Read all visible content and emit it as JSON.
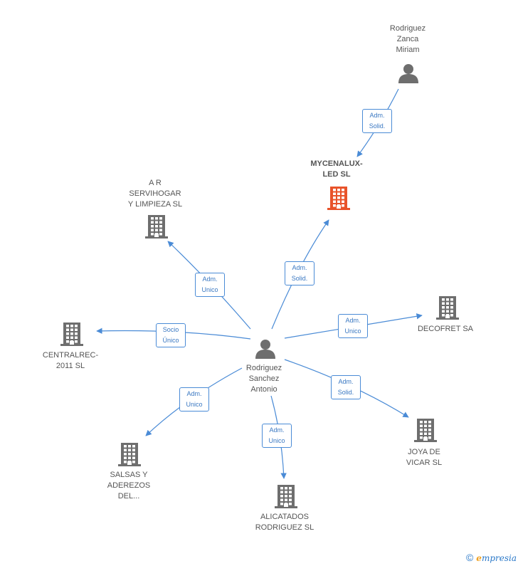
{
  "colors": {
    "edge": "#4a8bd6",
    "company": "#6e6e6e",
    "focus_company": "#e8532a",
    "person": "#6e6e6e"
  },
  "nodes": [
    {
      "id": "center",
      "kind": "person",
      "lines": [
        "Rodriguez",
        "Sanchez",
        "Antonio"
      ]
    },
    {
      "id": "zanca",
      "kind": "person",
      "lines": [
        "Rodriguez",
        "Zanca",
        "Miriam"
      ]
    },
    {
      "id": "mycenalux",
      "kind": "company-focus",
      "lines": [
        "MYCENALUX-",
        "LED SL"
      ]
    },
    {
      "id": "servihogar",
      "kind": "company",
      "lines": [
        "A R",
        "SERVIHOGAR",
        "Y LIMPIEZA SL"
      ]
    },
    {
      "id": "centralrec",
      "kind": "company",
      "lines": [
        "CENTRALREC-",
        "2011 SL"
      ]
    },
    {
      "id": "decofret",
      "kind": "company",
      "lines": [
        "DECOFRET SA"
      ]
    },
    {
      "id": "joya",
      "kind": "company",
      "lines": [
        "JOYA DE",
        "VICAR SL"
      ]
    },
    {
      "id": "alicatados",
      "kind": "company",
      "lines": [
        "ALICATADOS",
        "RODRIGUEZ SL"
      ]
    },
    {
      "id": "salsas",
      "kind": "company",
      "lines": [
        "SALSAS Y",
        "ADEREZOS",
        "DEL..."
      ]
    }
  ],
  "edges": [
    {
      "from": "zanca",
      "to": "mycenalux",
      "label": [
        "Adm.",
        "Solid."
      ]
    },
    {
      "from": "center",
      "to": "mycenalux",
      "label": [
        "Adm.",
        "Solid."
      ]
    },
    {
      "from": "center",
      "to": "servihogar",
      "label": [
        "Adm.",
        "Unico"
      ]
    },
    {
      "from": "center",
      "to": "centralrec",
      "label": [
        "Socio",
        "Único"
      ]
    },
    {
      "from": "center",
      "to": "decofret",
      "label": [
        "Adm.",
        "Unico"
      ]
    },
    {
      "from": "center",
      "to": "joya",
      "label": [
        "Adm.",
        "Solid."
      ]
    },
    {
      "from": "center",
      "to": "alicatados",
      "label": [
        "Adm.",
        "Unico"
      ]
    },
    {
      "from": "center",
      "to": "salsas",
      "label": [
        "Adm.",
        "Unico"
      ]
    }
  ],
  "footer": {
    "copyright": "©",
    "brand_initial": "e",
    "brand_rest": "mpresia"
  }
}
